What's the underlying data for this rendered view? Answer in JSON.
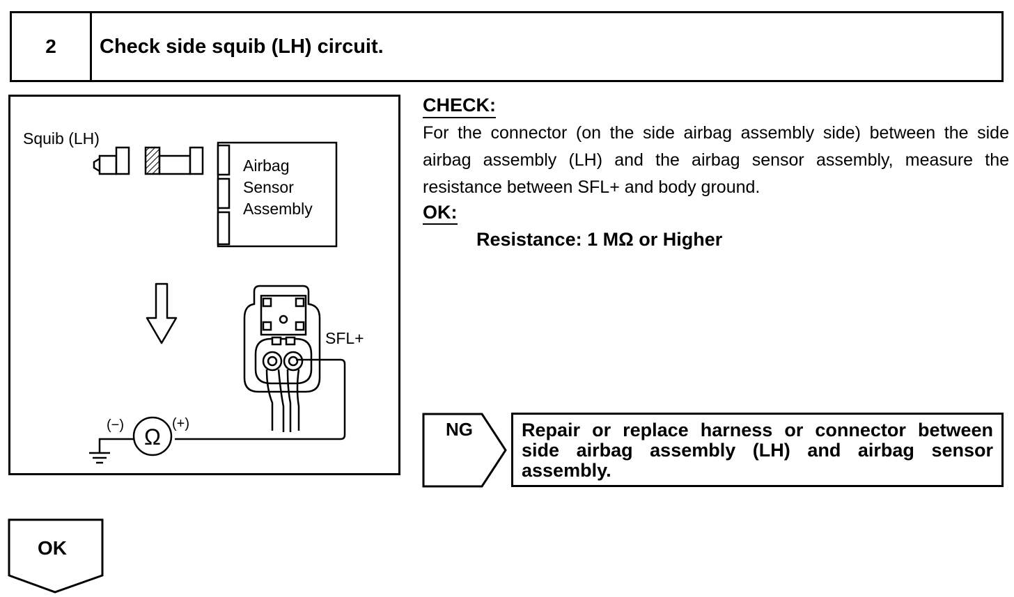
{
  "step": {
    "number": "2",
    "title": "Check side squib (LH) circuit."
  },
  "diagram": {
    "squib_label": "Squib (LH)",
    "sensor_label_line1": "Airbag",
    "sensor_label_line2": "Sensor",
    "sensor_label_line3": "Assembly",
    "terminal_label": "SFL+",
    "ohmmeter_symbol": "Ω",
    "negative_label": "(−)",
    "positive_label": "(+)"
  },
  "check": {
    "heading": "CHECK:",
    "body": "For the connector (on the side airbag assembly side) between the side airbag assembly (LH) and the airbag sensor assembly, measure the resistance between SFL+ and body ground.",
    "ok_heading": "OK:",
    "ok_spec": "Resistance: 1 MΩ or Higher"
  },
  "ng": {
    "label": "NG",
    "action": "Repair or replace harness or connector between side airbag assembly (LH) and airbag sensor assembly."
  },
  "ok_branch": {
    "label": "OK"
  }
}
